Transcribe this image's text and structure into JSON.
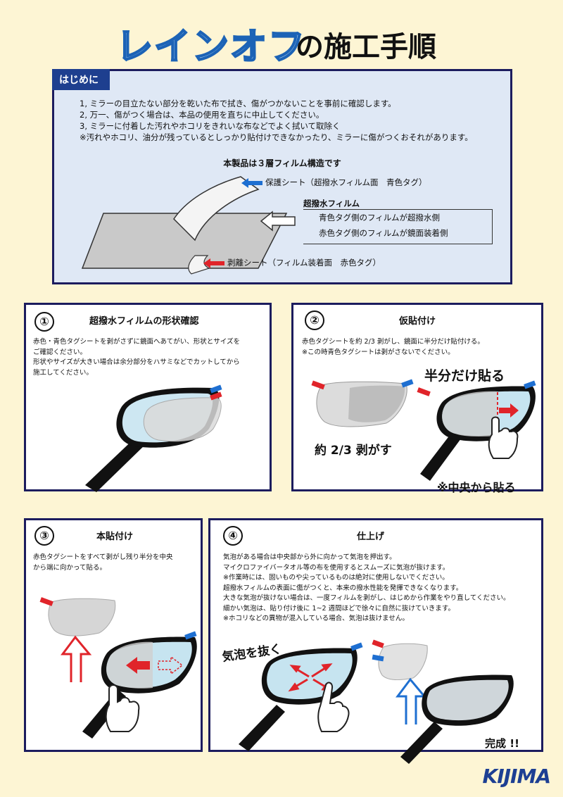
{
  "title": {
    "main": "レインオフ",
    "rest": "の施工手順"
  },
  "intro": {
    "tab": "はじめに",
    "lines": [
      "1, ミラーの目立たない部分を乾いた布で拭き、傷がつかないことを事前に確認します。",
      "2, 万一、傷がつく場合は、本品の使用を直ちに中止してください。",
      "3, ミラーに付着した汚れやホコリをきれいな布などでよく拭いて取除く",
      "※汚れやホコリ、油分が残っているとしっかり貼付けできなかったり、ミラーに傷がつくおそれがあります。"
    ],
    "structure_title": "本製品は３層フィルム構造です",
    "protect_sheet": "保護シート（超撥水フィルム面　青色タグ）",
    "film_label": "超撥水フィルム",
    "film_blue": "青色タグ側のフィルムが超撥水側",
    "film_red": "赤色タグ側のフィルムが鏡面装着側",
    "release_sheet": "剥離シート（フィルム装着面　赤色タグ）"
  },
  "steps": [
    {
      "num": "①",
      "title": "超撥水フィルムの形状確認",
      "lines": [
        "赤色・青色タグシートを剥がさずに鏡面へあてがい、形状とサイズを",
        "ご確認ください。",
        "形状やサイズが大きい場合は余分部分をハサミなどでカットしてから",
        "施工してください。"
      ]
    },
    {
      "num": "②",
      "title": "仮貼付け",
      "lines": [
        "赤色タグシートを約 2/3 剥がし、鏡面に半分だけ貼付ける。",
        "※この時青色タグシートは剥がさないでください。"
      ],
      "callout_half": "半分だけ貼る",
      "callout_peel": "約 2/3 剥がす",
      "callout_center": "※中央から貼る"
    },
    {
      "num": "③",
      "title": "本貼付け",
      "lines": [
        "赤色タグシートをすべて剥がし残り半分を中央",
        "から端に向かって貼る。"
      ]
    },
    {
      "num": "④",
      "title": "仕上げ",
      "lines": [
        "気泡がある場合は中央部から外に向かって気泡を押出す。",
        "マイクロファイバータオル等の布を使用するとスムーズに気泡が抜けます。",
        "※作業時には、固いものや尖っているものは絶対に使用しないでください。",
        "超撥水フィルムの表面に傷がつくと、本来の撥水性能を発揮できなくなります。",
        "大きな気泡が抜けない場合は、一度フィルムを剥がし、はじめから作業をやり直してください。",
        "細かい気泡は、貼り付け後に 1~2 週間ほどで徐々に自然に抜けていきます。",
        "※ホコリなどの異物が混入している場合、気泡は抜けません。"
      ],
      "callout_bubble": "気泡を抜く",
      "callout_done": "完成 !!"
    }
  ],
  "logo": "KIJIMA",
  "colors": {
    "blue_tag": "#1e6fd1",
    "red_tag": "#e0242a",
    "frame": "#1c1c5e"
  }
}
